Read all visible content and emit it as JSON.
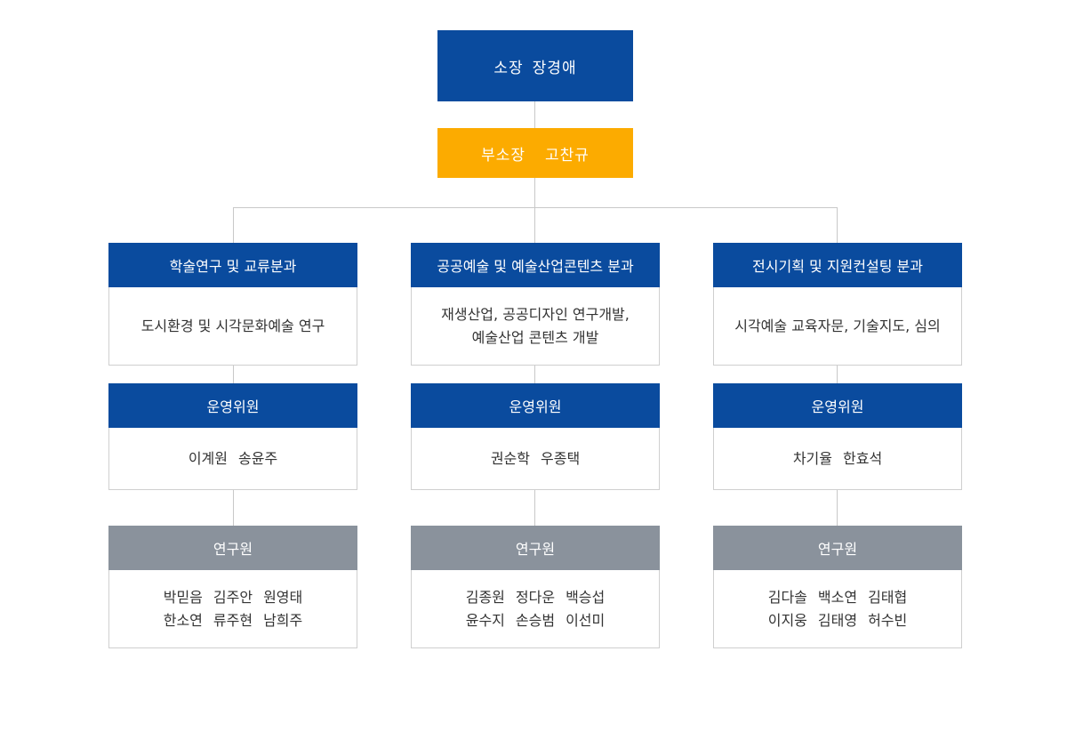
{
  "director": {
    "title": "소장",
    "name": "장경애"
  },
  "deputy": {
    "title": "부소장",
    "name": "고찬규"
  },
  "divisions": [
    {
      "name": "학술연구 및 교류분과",
      "description": [
        "도시환경 및 시각문화예술 연구"
      ],
      "committee": {
        "label": "운영위원",
        "members": [
          "이계원",
          "송윤주"
        ]
      },
      "researchers": {
        "label": "연구원",
        "rows": [
          [
            "박믿음",
            "김주안",
            "원영태"
          ],
          [
            "한소연",
            "류주현",
            "남희주"
          ]
        ]
      }
    },
    {
      "name": "공공예술 및 예술산업콘텐츠 분과",
      "description": [
        "재생산업, 공공디자인 연구개발,",
        "예술산업 콘텐츠 개발"
      ],
      "committee": {
        "label": "운영위원",
        "members": [
          "권순학",
          "우종택"
        ]
      },
      "researchers": {
        "label": "연구원",
        "rows": [
          [
            "김종원",
            "정다운",
            "백승섭"
          ],
          [
            "윤수지",
            "손승범",
            "이선미"
          ]
        ]
      }
    },
    {
      "name": "전시기획 및 지원컨설팅 분과",
      "description": [
        "시각예술 교육자문, 기술지도, 심의"
      ],
      "committee": {
        "label": "운영위원",
        "members": [
          "차기율",
          "한효석"
        ]
      },
      "researchers": {
        "label": "연구원",
        "rows": [
          [
            "김다솔",
            "백소연",
            "김태협"
          ],
          [
            "이지웅",
            "김태영",
            "허수빈"
          ]
        ]
      }
    }
  ],
  "colors": {
    "primary": "#0a4b9e",
    "accent": "#fcab00",
    "gray": "#8a929c",
    "line": "#c8c8c8"
  }
}
